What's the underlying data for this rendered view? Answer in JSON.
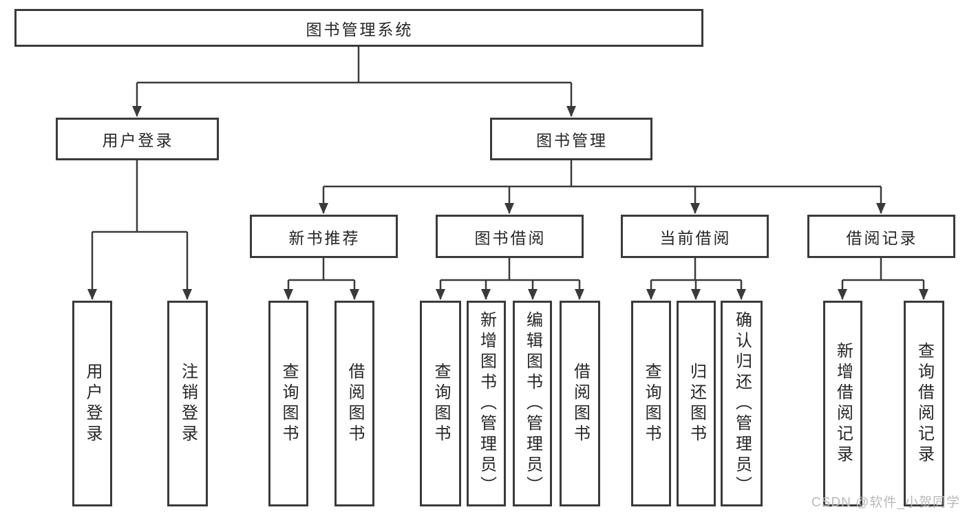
{
  "diagram": {
    "root": {
      "label": "图书管理系统"
    },
    "branches": [
      {
        "label": "用户登录",
        "leaves": [
          {
            "label": "用户登录"
          },
          {
            "label": "注销登录"
          }
        ]
      },
      {
        "label": "图书管理",
        "groups": [
          {
            "label": "新书推荐",
            "leaves": [
              {
                "label": "查询图书"
              },
              {
                "label": "借阅图书"
              }
            ]
          },
          {
            "label": "图书借阅",
            "leaves": [
              {
                "label": "查询图书"
              },
              {
                "label": "新增图书（管理员）"
              },
              {
                "label": "编辑图书（管理员）"
              },
              {
                "label": "借阅图书"
              }
            ]
          },
          {
            "label": "当前借阅",
            "leaves": [
              {
                "label": "查询图书"
              },
              {
                "label": "归还图书"
              },
              {
                "label": "确认归还（管理员）"
              }
            ]
          },
          {
            "label": "借阅记录",
            "leaves": [
              {
                "label": "新增借阅记录"
              },
              {
                "label": "查询借阅记录"
              }
            ]
          }
        ]
      }
    ]
  },
  "watermark": {
    "text": "CSDN @软件_小贺同学"
  },
  "colors": {
    "line": "#3a3a3a",
    "text": "#262626",
    "box_background": "#ffffff",
    "watermark": "#b9b9b9"
  }
}
